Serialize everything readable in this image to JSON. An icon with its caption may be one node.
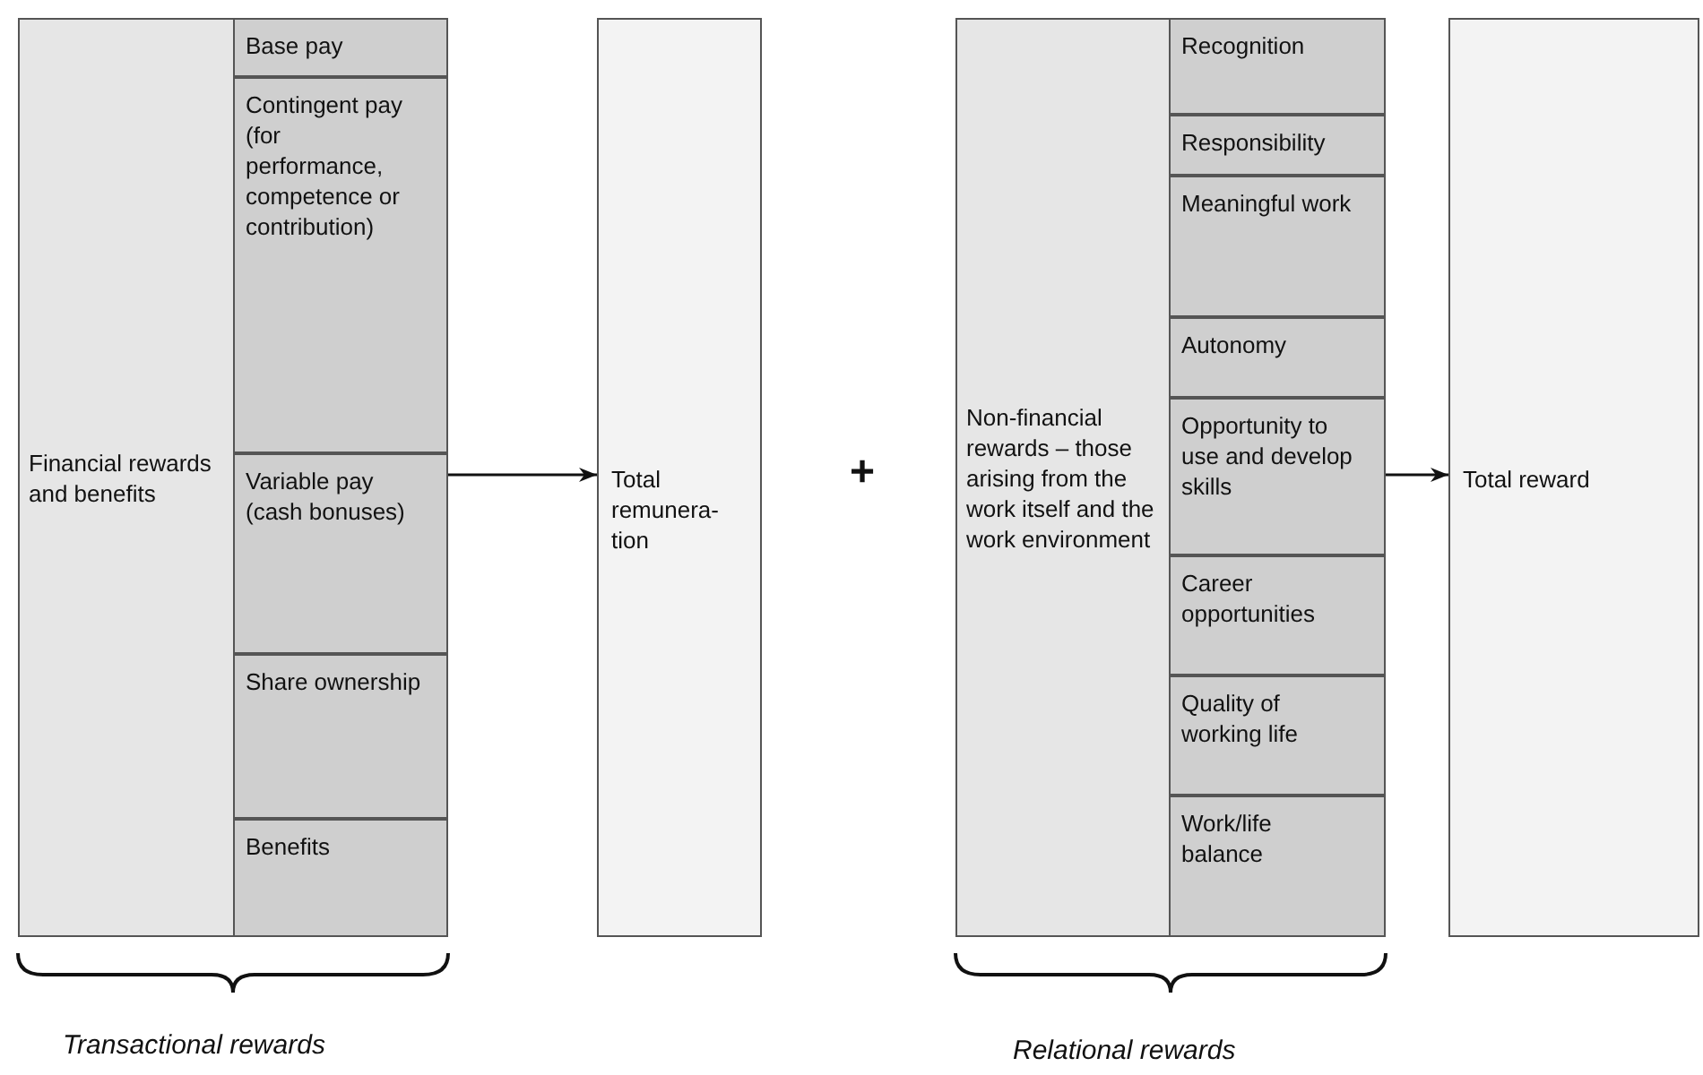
{
  "diagram": {
    "nodes": [
      {
        "text": [
          "Financial rewards and benefits"
        ]
      },
      {
        "text": [
          "Base pay"
        ],
        "in": 0
      },
      {
        "text": [
          "Contingent pay (for performance, competence or contribution)"
        ],
        "in": 0
      },
      {
        "text": [
          "Variable pay (cash bonuses)"
        ],
        "in": 0
      },
      {
        "text": [
          "Share ownership"
        ],
        "in": 0
      },
      {
        "text": [
          "Benefits"
        ],
        "in": 0
      },
      {
        "text": [
          "Total remunera-tion"
        ]
      },
      {
        "text": [
          "Non-financial rewards – those arising from the work itself and the work environment"
        ]
      },
      {
        "text": [
          "Recognition"
        ],
        "in": 7
      },
      {
        "text": [
          "Responsibility"
        ],
        "in": 7
      },
      {
        "text": [
          "Meaningful work"
        ],
        "in": 7
      },
      {
        "text": [
          "Autonomy"
        ],
        "in": 7
      },
      {
        "text": [
          "Opportunity to use and develop skills"
        ],
        "in": 7
      },
      {
        "text": [
          "Career opportunities"
        ],
        "in": 7
      },
      {
        "text": [
          "Quality of working life"
        ],
        "in": 7
      },
      {
        "text": [
          "Work/life balance"
        ],
        "in": 7
      },
      {
        "text": [
          "Total reward"
        ]
      }
    ],
    "edges": [
      {
        "from": 0,
        "to": 6,
        "arrow": "to"
      },
      {
        "from": 7,
        "to": 16,
        "arrow": "to"
      }
    ],
    "labels": [
      "+",
      "Transactional rewards",
      "Relational rewards"
    ]
  }
}
